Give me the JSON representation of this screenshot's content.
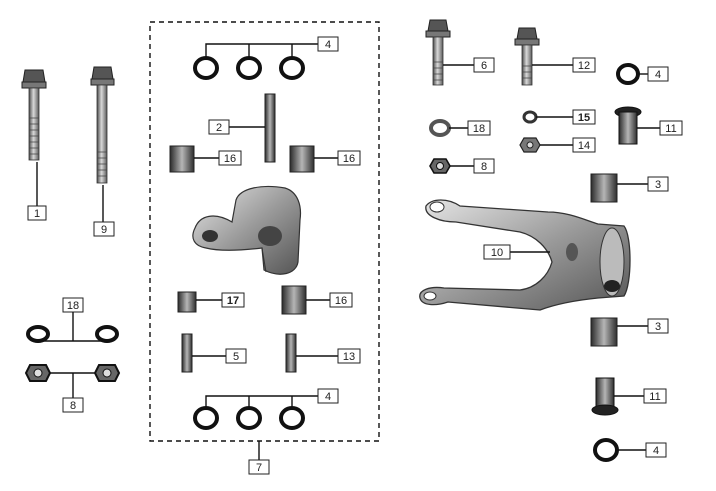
{
  "callouts": {
    "c1": "1",
    "c2": "2",
    "c3a": "3",
    "c3b": "3",
    "c4a": "4",
    "c4b": "4",
    "c4c": "4",
    "c4d": "4",
    "c5": "5",
    "c6": "6",
    "c7": "7",
    "c8a": "8",
    "c8b": "8",
    "c9": "9",
    "c10": "10",
    "c11a": "11",
    "c11b": "11",
    "c12": "12",
    "c13": "13",
    "c14": "14",
    "c15": "15",
    "c16a": "16",
    "c16b": "16",
    "c16c": "16",
    "c17": "17",
    "c18a": "18",
    "c18b": "18"
  },
  "colors": {
    "line": "#111111",
    "metal_dark": "#3a3a3a",
    "metal_mid": "#8a8a8a",
    "metal_light": "#d6d6d6",
    "rubber": "#0e0e0e"
  }
}
